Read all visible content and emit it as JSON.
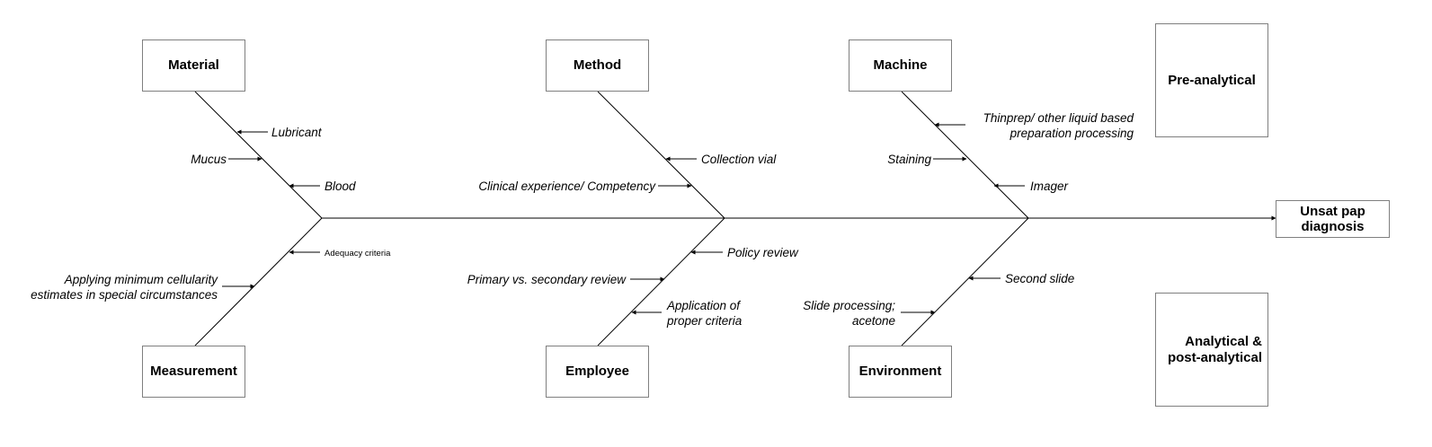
{
  "categories": {
    "material": "Material",
    "method": "Method",
    "machine": "Machine",
    "measurement": "Measurement",
    "employee": "Employee",
    "environment": "Environment"
  },
  "phases": {
    "pre_analytical": "Pre-analytical",
    "analytical_line1": "Analytical &",
    "analytical_line2": "post-analytical"
  },
  "effect": {
    "line1": "Unsat pap",
    "line2": "diagnosis"
  },
  "causes": {
    "material": [
      "Lubricant",
      "Mucus",
      "Blood"
    ],
    "method": [
      "Collection vial",
      "Clinical experience/ Competency"
    ],
    "machine": {
      "thinprep_line1": "Thinprep/ other liquid based",
      "thinprep_line2": "preparation processing",
      "staining": "Staining",
      "imager": "Imager"
    },
    "measurement": {
      "adequacy": "Adequacy criteria",
      "applying_line1": "Applying minimum cellularity",
      "applying_line2": "estimates in special circumstances"
    },
    "employee": {
      "policy": "Policy review",
      "primary": "Primary vs. secondary review",
      "application_line1": "Application of",
      "application_line2": "proper criteria"
    },
    "environment": {
      "second_slide": "Second slide",
      "slide_processing_line1": "Slide processing;",
      "slide_processing_line2": "acetone"
    }
  }
}
